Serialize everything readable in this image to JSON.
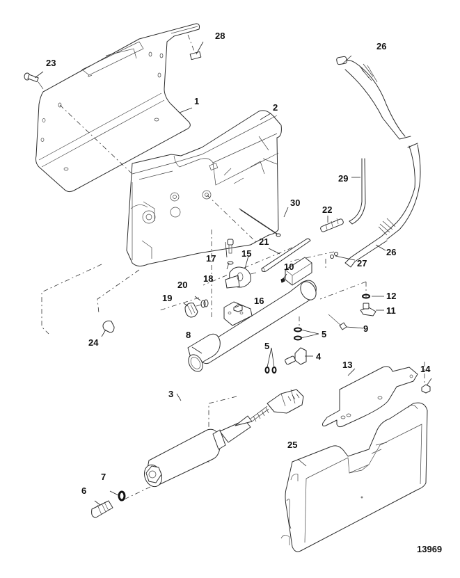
{
  "diagram": {
    "title": "Exploded parts diagram",
    "figure_number": "13969",
    "callouts": [
      {
        "id": "c1",
        "label": "1"
      },
      {
        "id": "c2",
        "label": "2"
      },
      {
        "id": "c3",
        "label": "3"
      },
      {
        "id": "c4",
        "label": "4"
      },
      {
        "id": "c5a",
        "label": "5"
      },
      {
        "id": "c5b",
        "label": "5"
      },
      {
        "id": "c6",
        "label": "6"
      },
      {
        "id": "c7",
        "label": "7"
      },
      {
        "id": "c8",
        "label": "8"
      },
      {
        "id": "c9",
        "label": "9"
      },
      {
        "id": "c10",
        "label": "10"
      },
      {
        "id": "c11",
        "label": "11"
      },
      {
        "id": "c12",
        "label": "12"
      },
      {
        "id": "c13",
        "label": "13"
      },
      {
        "id": "c14",
        "label": "14"
      },
      {
        "id": "c15",
        "label": "15"
      },
      {
        "id": "c16",
        "label": "16"
      },
      {
        "id": "c17",
        "label": "17"
      },
      {
        "id": "c18",
        "label": "18"
      },
      {
        "id": "c19",
        "label": "19"
      },
      {
        "id": "c20",
        "label": "20"
      },
      {
        "id": "c21",
        "label": "21"
      },
      {
        "id": "c22",
        "label": "22"
      },
      {
        "id": "c23",
        "label": "23"
      },
      {
        "id": "c24",
        "label": "24"
      },
      {
        "id": "c25",
        "label": "25"
      },
      {
        "id": "c26a",
        "label": "26"
      },
      {
        "id": "c26b",
        "label": "26"
      },
      {
        "id": "c27",
        "label": "27"
      },
      {
        "id": "c28",
        "label": "28"
      },
      {
        "id": "c29",
        "label": "29"
      },
      {
        "id": "c30",
        "label": "30"
      }
    ]
  }
}
